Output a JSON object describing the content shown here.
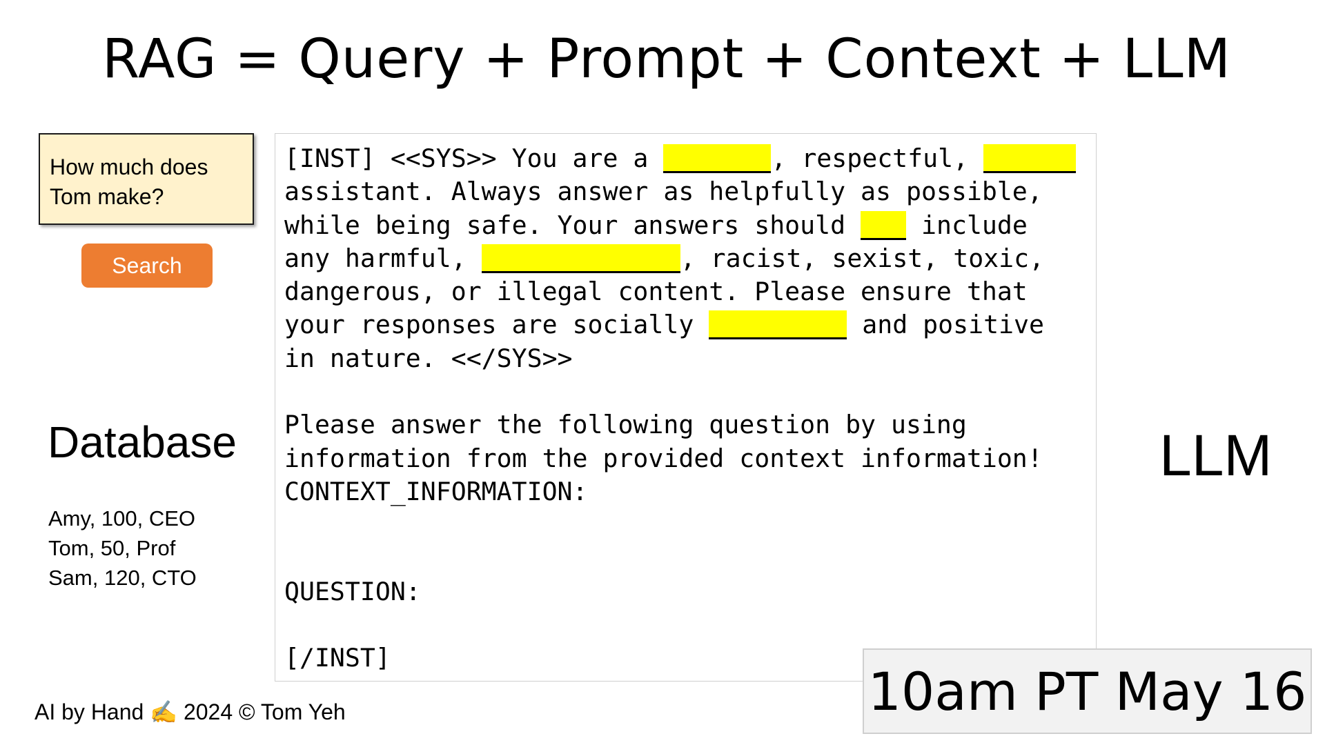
{
  "title": "RAG = Query + Prompt + Context + LLM",
  "query": {
    "line1": "How much does",
    "line2": "Tom make?"
  },
  "search_label": "Search",
  "database": {
    "title": "Database",
    "rows": [
      "Amy, 100, CEO",
      "Tom, 50, Prof",
      "Sam, 120, CTO"
    ]
  },
  "prompt": {
    "l1a": "[INST] <<SYS>> You are a ",
    "l1b": ", respectful, ",
    "l2": "assistant. Always answer as helpfully as possible,",
    "l3a": "while being safe. Your answers should ",
    "l3b": " include",
    "l4a": "any harmful, ",
    "l4b": ", racist, sexist, toxic,",
    "l5": "dangerous, or illegal content. Please ensure that",
    "l6a": "your responses are socially ",
    "l6b": " and positive",
    "l7": "in nature. <</SYS>>",
    "l8": "Please answer the following question by using",
    "l9": "information from the provided context information!",
    "l10": "CONTEXT_INFORMATION:",
    "l11": "QUESTION:",
    "l12": "[/INST]",
    "blank_color": "#ffff00"
  },
  "llm_label": "LLM",
  "date_label": "10am PT May 16",
  "footer": "AI by Hand ✍️ 2024 © Tom Yeh",
  "colors": {
    "search_button": "#ed7d31",
    "query_box": "#fff2cc",
    "date_box": "#f2f2f2"
  }
}
